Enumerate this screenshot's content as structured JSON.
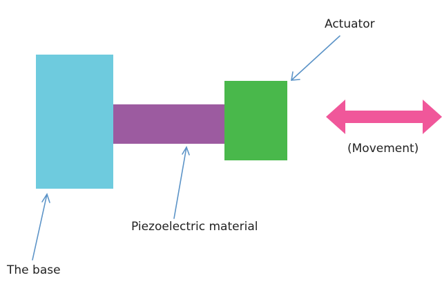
{
  "labels": {
    "actuator": "Actuator",
    "movement": "(Movement)",
    "piezo": "Piezoelectric material",
    "base": "The base"
  },
  "colors": {
    "base": "#6ecbde",
    "piezo": "#9c5ba0",
    "actuator": "#49b84b",
    "movement_arrow": "#f0579a",
    "pointer": "#5b93c7",
    "text": "#222222"
  },
  "icons": {
    "movement": "double-headed-arrow-icon"
  }
}
